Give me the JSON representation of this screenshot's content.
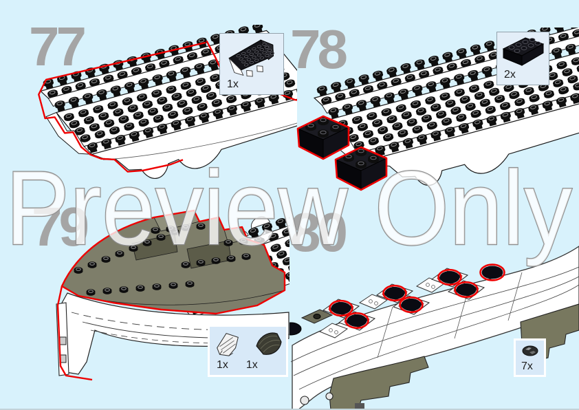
{
  "page": {
    "background_color": "#d8f2fc",
    "watermark_text": "Preview Only",
    "bottom_edge_color": "#c2d3d9"
  },
  "colors": {
    "highlight_red": "#ee0000",
    "step_number_gray": "#a5a5a5",
    "callout_background_blue": "#dcebf8",
    "outline_black": "#1a1a1a",
    "part_olive": "#7e7e6a",
    "part_black": "#141419",
    "part_white": "#ffffff",
    "watermark_outline_gray": "#8d8d8d"
  },
  "steps": [
    {
      "number": "77",
      "callout": {
        "parts": [
          {
            "count": "1x",
            "name": "black hull stern plate"
          }
        ]
      }
    },
    {
      "number": "78",
      "callout": {
        "parts": [
          {
            "count": "2x",
            "name": "black brick 2x4"
          }
        ]
      }
    },
    {
      "number": "79",
      "callout": {
        "parts": [
          {
            "count": "1x",
            "name": "white hull bow section"
          },
          {
            "count": "1x",
            "name": "dark olive hull wedge"
          }
        ]
      }
    },
    {
      "number": "80",
      "callout": {
        "parts": [
          {
            "count": "7x",
            "name": "black round tile"
          }
        ]
      }
    }
  ]
}
